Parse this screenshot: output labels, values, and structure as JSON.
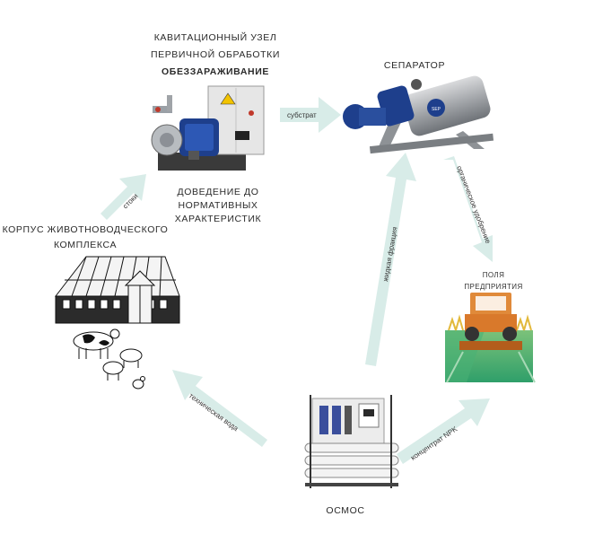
{
  "nodes": {
    "cavitation": {
      "line1": "КАВИТАЦИОННЫЙ УЗЕЛ",
      "line2": "ПЕРВИЧНОЙ ОБРАБОТКИ",
      "line3": "ОБЕЗЗАРАЖИВАНИЕ"
    },
    "normalization": {
      "line1": "ДОВЕДЕНИЕ ДО",
      "line2": "НОРМАТИВНЫХ",
      "line3": "ХАРАКТЕРИСТИК"
    },
    "separator": {
      "label": "СЕПАРАТОР"
    },
    "livestock": {
      "line1": "КОРПУС ЖИВОТНОВОДЧЕСКОГО",
      "line2": "КОМПЛЕКСА"
    },
    "fields": {
      "line1": "ПОЛЯ",
      "line2": "ПРЕДПРИЯТИЯ"
    },
    "osmosis": {
      "label": "ОСМОС"
    }
  },
  "arrows": {
    "stoki": "стоки",
    "substrat": "субстрат",
    "liquid_fraction": "жидкая фракция",
    "organic_fertilizer": "органическое удобрение",
    "technical_water": "техническая вода",
    "npk_concentrate": "концентрат NPK"
  },
  "colors": {
    "arrow": "#d8ece8",
    "pump_blue": "#1e3f8c",
    "cabinet": "#e6e6e6",
    "separator_steel": "#a9acb0",
    "field_green": "#3aa86b",
    "tractor_orange": "#d9792b",
    "sky": "#ffffff"
  }
}
